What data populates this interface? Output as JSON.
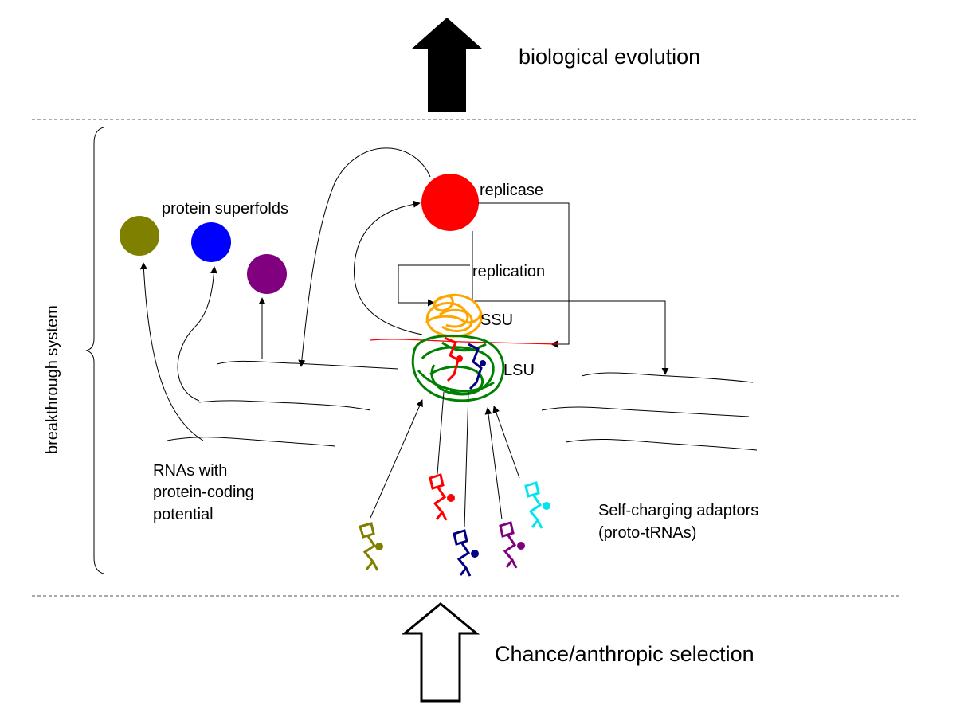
{
  "labels": {
    "biological_evolution": "biological evolution",
    "chance_selection": "Chance/anthropic selection",
    "breakthrough_system": "breakthrough system",
    "protein_superfolds": "protein superfolds",
    "replicase": "replicase",
    "replication": "replication",
    "ssu": "SSU",
    "lsu": "LSU",
    "rnas_line1": "RNAs with",
    "rnas_line2": "protein-coding",
    "rnas_line3": "potential",
    "adaptors_line1": "Self-charging adaptors",
    "adaptors_line2": "(proto-tRNAs)"
  },
  "colors": {
    "olive": "#808000",
    "blue": "#0000ff",
    "purple": "#800080",
    "red": "#ff0000",
    "orange": "#ffa500",
    "green": "#008000",
    "navy": "#000080",
    "cyan": "#00e5ee",
    "mrna": "#ff0000"
  },
  "icons": {
    "top_arrow": "up-arrow-filled",
    "bottom_arrow": "up-arrow-outline",
    "brace": "left-curly-brace"
  }
}
